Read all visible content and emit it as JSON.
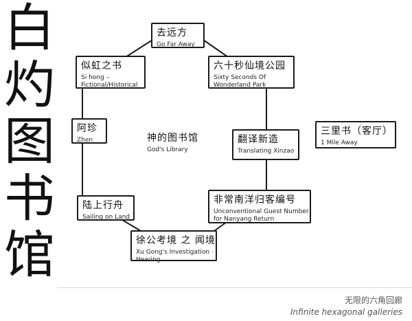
{
  "vertical_title": [
    "白",
    "灼",
    "图",
    "书",
    "馆"
  ],
  "nodes": {
    "go_far_away": {
      "zh": "去远方",
      "en": "Go Far Away"
    },
    "sixty_seconds": {
      "zh": "六十秒仙境公园",
      "en": "Sixty Seconds Of Wonderland Park"
    },
    "si_hong": {
      "zh": "似虹之书",
      "en": "Si hong – Fictional/Historical"
    },
    "a_zhen": {
      "zh": "阿珍",
      "en": "Zhen"
    },
    "gods_library": {
      "zh": "神的图书馆",
      "en": "God's Library"
    },
    "translating_xinzao": {
      "zh": "翻译新造",
      "en": "Translating Xinzao"
    },
    "one_mile_away": {
      "zh": "三里书（客厅）",
      "en": "1 Mile Away"
    },
    "sailing_on_land": {
      "zh": "陆上行舟",
      "en": "Sailing on Land"
    },
    "unconventional_guest": {
      "zh": "非常南洋归客编号",
      "en": "Unconventional Guest Number for Nanyang Return"
    },
    "xu_gong": {
      "zh": "徐公考境 之 闻境",
      "en": "Xu Gong's Investigation  · Hearing"
    }
  },
  "caption": {
    "zh": "无限的六角回廊",
    "en": "Infinite hexagonal galleries"
  }
}
